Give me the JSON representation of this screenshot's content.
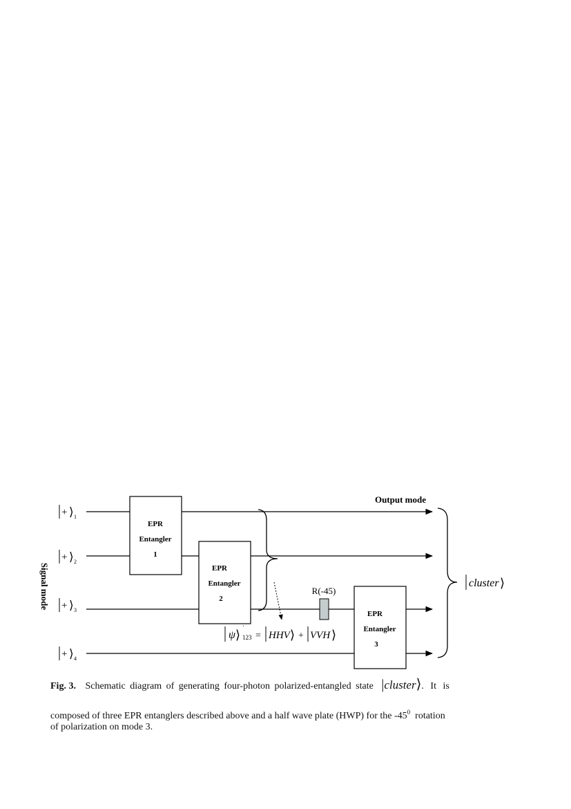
{
  "inputs": [
    {
      "ket": "+",
      "index": "1"
    },
    {
      "ket": "+",
      "index": "2"
    },
    {
      "ket": "+",
      "index": "3"
    },
    {
      "ket": "+",
      "index": "4"
    }
  ],
  "signal_mode_label": "Signal mode",
  "output_mode_label": "Output mode",
  "entanglers": [
    {
      "line1": "EPR",
      "line2": "Entangler",
      "line3": "1"
    },
    {
      "line1": "EPR",
      "line2": "Entangler",
      "line3": "2"
    },
    {
      "line1": "EPR",
      "line2": "Entangler",
      "line3": "3"
    }
  ],
  "hwp_label": "R(-45)",
  "psi_state": {
    "psi": "ψ",
    "sup": "'",
    "sub": "123",
    "eq": "=",
    "term1": "HHV",
    "plus": "+",
    "term2": "VVH"
  },
  "output_state": "cluster",
  "caption": {
    "fig": "Fig. 3.",
    "text_a": "Schematic diagram of generating four-photon polarized-entangled state",
    "state": "cluster",
    "text_b": ". It is",
    "line2_a": "composed of three EPR entanglers described above and a half wave plate (HWP) for the -45",
    "line2_sup": "0",
    "line2_b": "rotation",
    "line3": "of polarization on mode 3."
  },
  "colors": {
    "hwp_fill": "#c4cccc",
    "line": "#000000"
  }
}
